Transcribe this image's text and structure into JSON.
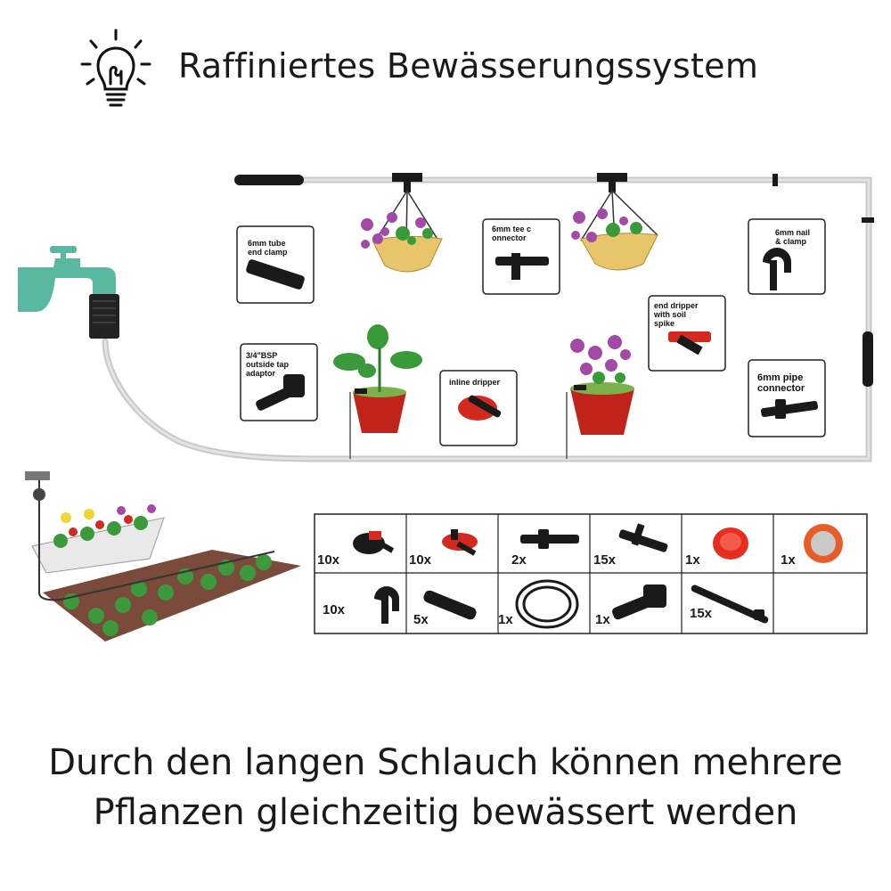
{
  "header": {
    "title": "Raffiniertes Bewässerungssystem",
    "icon": "lightbulb-icon"
  },
  "parts": [
    {
      "id": "tube-end-clamp",
      "label": "6mm tube\nend clamp"
    },
    {
      "id": "tee-connector",
      "label": "6mm tee c\nonnector"
    },
    {
      "id": "nail-clamp",
      "label": "6mm nail\n& clamp"
    },
    {
      "id": "end-dripper",
      "label": "end dripper\nwith soil\nspike"
    },
    {
      "id": "tap-adaptor",
      "label": "3/4\"BSP\noutside tap\nadaptor"
    },
    {
      "id": "inline-dripper",
      "label": "inline dripper"
    },
    {
      "id": "pipe-connector",
      "label": "6mm pipe\nconnector"
    }
  ],
  "kit": {
    "row1": [
      {
        "qty": "10x",
        "item": "end-dripper"
      },
      {
        "qty": "10x",
        "item": "inline-dripper"
      },
      {
        "qty": "2x",
        "item": "pipe-connector"
      },
      {
        "qty": "15x",
        "item": "tee-connector"
      },
      {
        "qty": "1x",
        "item": "red-cap"
      },
      {
        "qty": "1x",
        "item": "filter-washer"
      }
    ],
    "row2": [
      {
        "qty": "10x",
        "item": "nail-clamp"
      },
      {
        "qty": "5x",
        "item": "tube-end-clamp"
      },
      {
        "qty": "1x",
        "item": "tube-coil"
      },
      {
        "qty": "1x",
        "item": "tap-adaptor"
      },
      {
        "qty": "15x",
        "item": "soil-spike"
      },
      {
        "qty": "",
        "item": ""
      }
    ]
  },
  "colors": {
    "tap": "#5bb8a0",
    "pipe": "#cfcfcf",
    "accent_red": "#d22a1e",
    "flower": "#a34aa6",
    "leaf": "#3a9a3a",
    "basket": "#e8c46a"
  },
  "caption": {
    "line1": "Durch den langen Schlauch können mehrere",
    "line2": "Pflanzen gleichzeitig bewässert werden"
  }
}
